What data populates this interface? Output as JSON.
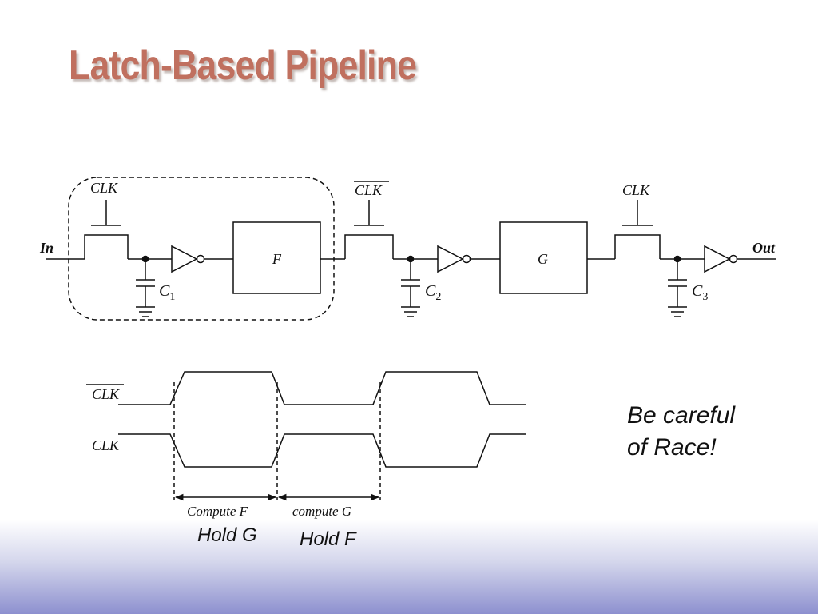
{
  "title": "Latch-Based Pipeline",
  "circuit": {
    "input_label": "In",
    "output_label": "Out",
    "stages": [
      {
        "clock": "CLK",
        "clock_inverted": false,
        "cap": "C",
        "cap_sub": "1",
        "block": "F"
      },
      {
        "clock": "CLK",
        "clock_inverted": true,
        "cap": "C",
        "cap_sub": "2",
        "block": "G"
      },
      {
        "clock": "CLK",
        "clock_inverted": false,
        "cap": "C",
        "cap_sub": "3",
        "block": ""
      }
    ]
  },
  "timing": {
    "signal_top": "CLK",
    "signal_top_inverted": true,
    "signal_bottom": "CLK",
    "phase1_label": "Compute F",
    "phase2_label": "compute G"
  },
  "note": {
    "line1": "Be careful",
    "line2": "of Race!"
  },
  "hold_labels": {
    "first": "Hold G",
    "second": "Hold F"
  }
}
